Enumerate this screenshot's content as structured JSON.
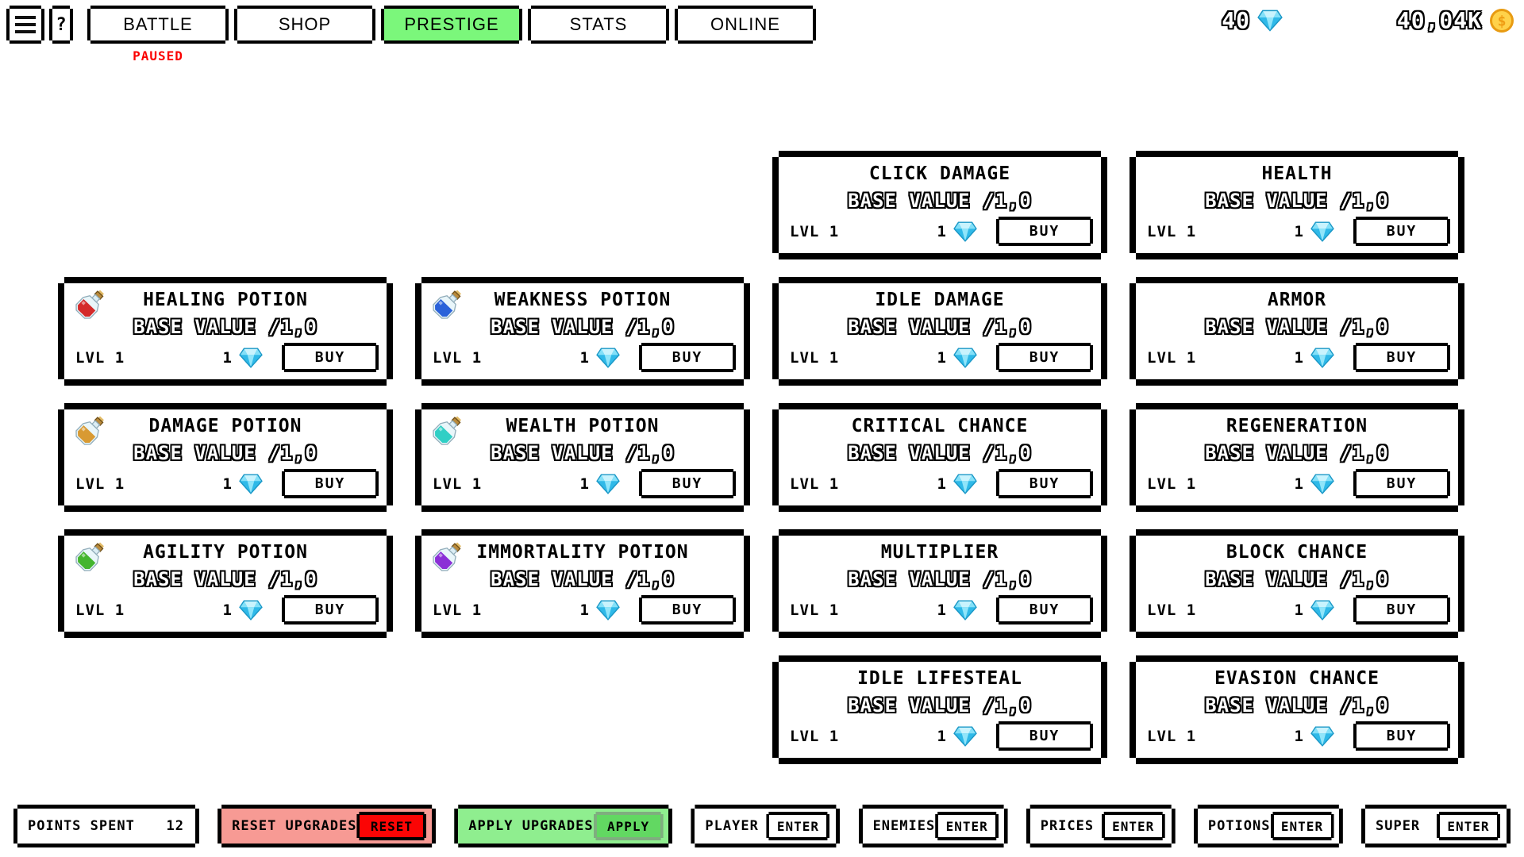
{
  "colors": {
    "tab_active": "#7bf77b",
    "paused": "#fb0000",
    "reset_panel": "#f79a94",
    "reset_button": "#fb0505",
    "apply_panel": "#8fee8f",
    "apply_button": "#62d862",
    "apply_button_border": "#7fae7f",
    "gem": "#55ccf0",
    "coin": "#f2a71b"
  },
  "topbar": {
    "help_button_label": "?",
    "tabs": [
      {
        "label": "BATTLE",
        "active": false
      },
      {
        "label": "SHOP",
        "active": false
      },
      {
        "label": "PRESTIGE",
        "active": true
      },
      {
        "label": "STATS",
        "active": false
      },
      {
        "label": "ONLINE",
        "active": false
      }
    ],
    "paused_label": "PAUSED",
    "currencies": [
      {
        "icon": "gem-icon",
        "value": "40"
      },
      {
        "icon": "coin-icon",
        "value": "40,04K"
      }
    ]
  },
  "cards": [
    {
      "title": "CLICK DAMAGE",
      "base_value": "BASE VALUE /1,0",
      "level": "LVL 1",
      "price": "1",
      "buy_label": "BUY",
      "potion_color": null,
      "col": 3,
      "row": 1
    },
    {
      "title": "HEALTH",
      "base_value": "BASE VALUE /1,0",
      "level": "LVL 1",
      "price": "1",
      "buy_label": "BUY",
      "potion_color": null,
      "col": 4,
      "row": 1
    },
    {
      "title": "HEALING POTION",
      "base_value": "BASE VALUE /1,0",
      "level": "LVL 1",
      "price": "1",
      "buy_label": "BUY",
      "potion_color": "#d42a2a",
      "col": 1,
      "row": 2
    },
    {
      "title": "WEAKNESS POTION",
      "base_value": "BASE VALUE /1,0",
      "level": "LVL 1",
      "price": "1",
      "buy_label": "BUY",
      "potion_color": "#2b62d9",
      "col": 2,
      "row": 2
    },
    {
      "title": "IDLE DAMAGE",
      "base_value": "BASE VALUE /1,0",
      "level": "LVL 1",
      "price": "1",
      "buy_label": "BUY",
      "potion_color": null,
      "col": 3,
      "row": 2
    },
    {
      "title": "ARMOR",
      "base_value": "BASE VALUE /1,0",
      "level": "LVL 1",
      "price": "1",
      "buy_label": "BUY",
      "potion_color": null,
      "col": 4,
      "row": 2
    },
    {
      "title": "DAMAGE POTION",
      "base_value": "BASE VALUE /1,0",
      "level": "LVL 1",
      "price": "1",
      "buy_label": "BUY",
      "potion_color": "#d89a33",
      "col": 1,
      "row": 3
    },
    {
      "title": "WEALTH POTION",
      "base_value": "BASE VALUE /1,0",
      "level": "LVL 1",
      "price": "1",
      "buy_label": "BUY",
      "potion_color": "#30cfc5",
      "col": 2,
      "row": 3
    },
    {
      "title": "CRITICAL CHANCE",
      "base_value": "BASE VALUE /1,0",
      "level": "LVL 1",
      "price": "1",
      "buy_label": "BUY",
      "potion_color": null,
      "col": 3,
      "row": 3
    },
    {
      "title": "REGENERATION",
      "base_value": "BASE VALUE /1,0",
      "level": "LVL 1",
      "price": "1",
      "buy_label": "BUY",
      "potion_color": null,
      "col": 4,
      "row": 3
    },
    {
      "title": "AGILITY POTION",
      "base_value": "BASE VALUE /1,0",
      "level": "LVL 1",
      "price": "1",
      "buy_label": "BUY",
      "potion_color": "#44b52f",
      "col": 1,
      "row": 4
    },
    {
      "title": "IMMORTALITY POTION",
      "base_value": "BASE VALUE /1,0",
      "level": "LVL 1",
      "price": "1",
      "buy_label": "BUY",
      "potion_color": "#8b2fd6",
      "col": 2,
      "row": 4
    },
    {
      "title": "MULTIPLIER",
      "base_value": "BASE VALUE /1,0",
      "level": "LVL 1",
      "price": "1",
      "buy_label": "BUY",
      "potion_color": null,
      "col": 3,
      "row": 4
    },
    {
      "title": "BLOCK CHANCE",
      "base_value": "BASE VALUE /1,0",
      "level": "LVL 1",
      "price": "1",
      "buy_label": "BUY",
      "potion_color": null,
      "col": 4,
      "row": 4
    },
    {
      "title": "IDLE LIFESTEAL",
      "base_value": "BASE VALUE /1,0",
      "level": "LVL 1",
      "price": "1",
      "buy_label": "BUY",
      "potion_color": null,
      "col": 3,
      "row": 5
    },
    {
      "title": "EVASION CHANCE",
      "base_value": "BASE VALUE /1,0",
      "level": "LVL 1",
      "price": "1",
      "buy_label": "BUY",
      "potion_color": null,
      "col": 4,
      "row": 5
    }
  ],
  "bottombar": {
    "panels": [
      {
        "type": "info",
        "label": "POINTS SPENT",
        "value": "12"
      },
      {
        "type": "action",
        "variant": "reset",
        "label": "RESET UPGRADES",
        "button_label": "RESET"
      },
      {
        "type": "action",
        "variant": "apply",
        "label": "APPLY UPGRADES",
        "button_label": "APPLY"
      },
      {
        "type": "enter",
        "label": "PLAYER",
        "button_label": "ENTER"
      },
      {
        "type": "enter",
        "label": "ENEMIES",
        "button_label": "ENTER"
      },
      {
        "type": "enter",
        "label": "PRICES",
        "button_label": "ENTER"
      },
      {
        "type": "enter",
        "label": "POTIONS",
        "button_label": "ENTER"
      },
      {
        "type": "enter",
        "label": "SUPER",
        "button_label": "ENTER"
      }
    ]
  }
}
